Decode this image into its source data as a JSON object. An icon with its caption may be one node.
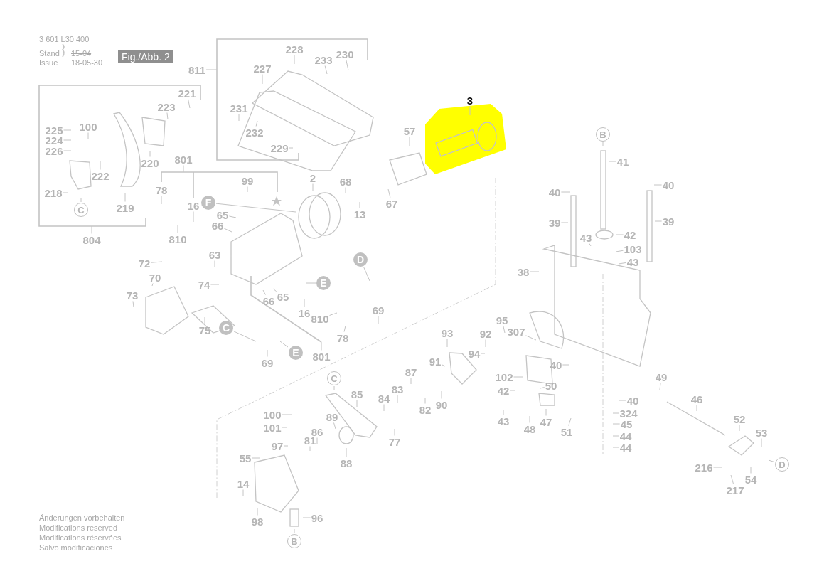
{
  "diagram": {
    "nodes": [
      {
        "text": [
          "3"
        ]
      },
      {
        "text": [
          "228"
        ]
      },
      {
        "text": [
          "227"
        ]
      },
      {
        "text": [
          "233"
        ]
      },
      {
        "text": [
          "230"
        ]
      },
      {
        "text": [
          "231"
        ]
      },
      {
        "text": [
          "232"
        ]
      },
      {
        "text": [
          "229"
        ]
      },
      {
        "text": [
          "811"
        ]
      },
      {
        "text": [
          "221"
        ]
      },
      {
        "text": [
          "223"
        ]
      },
      {
        "text": [
          "225"
        ]
      },
      {
        "text": [
          "100"
        ]
      },
      {
        "text": [
          "224"
        ]
      },
      {
        "text": [
          "226"
        ]
      },
      {
        "text": [
          "220"
        ]
      },
      {
        "text": [
          "222"
        ]
      },
      {
        "text": [
          "218"
        ]
      },
      {
        "text": [
          "219"
        ]
      },
      {
        "text": [
          "C"
        ]
      },
      {
        "text": [
          "804"
        ]
      },
      {
        "text": [
          "801"
        ]
      },
      {
        "text": [
          "99"
        ]
      },
      {
        "text": [
          "78"
        ]
      },
      {
        "text": [
          "16"
        ]
      },
      {
        "text": [
          "F"
        ]
      },
      {
        "text": [
          "65"
        ]
      },
      {
        "text": [
          "66"
        ]
      },
      {
        "text": [
          "810"
        ]
      },
      {
        "text": [
          "2"
        ]
      },
      {
        "text": [
          "68"
        ]
      },
      {
        "text": [
          "13"
        ]
      },
      {
        "text": [
          "57"
        ]
      },
      {
        "text": [
          "67"
        ]
      },
      {
        "text": [
          "63"
        ]
      },
      {
        "text": [
          "72"
        ]
      },
      {
        "text": [
          "70"
        ]
      },
      {
        "text": [
          "73"
        ]
      },
      {
        "text": [
          "74"
        ]
      },
      {
        "text": [
          "D"
        ]
      },
      {
        "text": [
          "E"
        ]
      },
      {
        "text": [
          "65"
        ]
      },
      {
        "text": [
          "66"
        ]
      },
      {
        "text": [
          "16"
        ]
      },
      {
        "text": [
          "69"
        ]
      },
      {
        "text": [
          "810"
        ]
      },
      {
        "text": [
          "75"
        ]
      },
      {
        "text": [
          "C"
        ]
      },
      {
        "text": [
          "78"
        ]
      },
      {
        "text": [
          "E"
        ]
      },
      {
        "text": [
          "801"
        ]
      },
      {
        "text": [
          "69"
        ]
      },
      {
        "text": [
          "93"
        ]
      },
      {
        "text": [
          "92"
        ]
      },
      {
        "text": [
          "95"
        ]
      },
      {
        "text": [
          "307"
        ]
      },
      {
        "text": [
          "94"
        ]
      },
      {
        "text": [
          "91"
        ]
      },
      {
        "text": [
          "87"
        ]
      },
      {
        "text": [
          "C"
        ]
      },
      {
        "text": [
          "85"
        ]
      },
      {
        "text": [
          "84"
        ]
      },
      {
        "text": [
          "83"
        ]
      },
      {
        "text": [
          "82"
        ]
      },
      {
        "text": [
          "90"
        ]
      },
      {
        "text": [
          "102"
        ]
      },
      {
        "text": [
          "42"
        ]
      },
      {
        "text": [
          "50"
        ]
      },
      {
        "text": [
          "43"
        ]
      },
      {
        "text": [
          "48"
        ]
      },
      {
        "text": [
          "47"
        ]
      },
      {
        "text": [
          "51"
        ]
      },
      {
        "text": [
          "77"
        ]
      },
      {
        "text": [
          "100"
        ]
      },
      {
        "text": [
          "101"
        ]
      },
      {
        "text": [
          "89"
        ]
      },
      {
        "text": [
          "86"
        ]
      },
      {
        "text": [
          "81"
        ]
      },
      {
        "text": [
          "97"
        ]
      },
      {
        "text": [
          "88"
        ]
      },
      {
        "text": [
          "55"
        ]
      },
      {
        "text": [
          "14"
        ]
      },
      {
        "text": [
          "98"
        ]
      },
      {
        "text": [
          "96"
        ]
      },
      {
        "text": [
          "B"
        ]
      },
      {
        "text": [
          "B"
        ]
      },
      {
        "text": [
          "41"
        ]
      },
      {
        "text": [
          "40"
        ]
      },
      {
        "text": [
          "40"
        ]
      },
      {
        "text": [
          "39"
        ]
      },
      {
        "text": [
          "39"
        ]
      },
      {
        "text": [
          "43"
        ]
      },
      {
        "text": [
          "42"
        ]
      },
      {
        "text": [
          "103"
        ]
      },
      {
        "text": [
          "43"
        ]
      },
      {
        "text": [
          "38"
        ]
      },
      {
        "text": [
          "40"
        ]
      },
      {
        "text": [
          "40"
        ]
      },
      {
        "text": [
          "49"
        ]
      },
      {
        "text": [
          "46"
        ]
      },
      {
        "text": [
          "324"
        ]
      },
      {
        "text": [
          "45"
        ]
      },
      {
        "text": [
          "44"
        ]
      },
      {
        "text": [
          "44"
        ]
      },
      {
        "text": [
          "52"
        ]
      },
      {
        "text": [
          "53"
        ]
      },
      {
        "text": [
          "D"
        ]
      },
      {
        "text": [
          "216"
        ]
      },
      {
        "text": [
          "54"
        ]
      },
      {
        "text": [
          "217"
        ]
      }
    ],
    "edges": [
      {
        "from": 0,
        "to": null,
        "arrow": "none"
      },
      {
        "from": 1,
        "to": null,
        "arrow": "none"
      },
      {
        "from": 2,
        "to": null,
        "arrow": "none"
      },
      {
        "from": 3,
        "to": null,
        "arrow": "none"
      },
      {
        "from": 4,
        "to": null,
        "arrow": "none"
      },
      {
        "from": 5,
        "to": null,
        "arrow": "none"
      },
      {
        "from": 6,
        "to": null,
        "arrow": "none"
      },
      {
        "from": 7,
        "to": null,
        "arrow": "none"
      },
      {
        "from": 8,
        "to": null,
        "arrow": "none"
      },
      {
        "from": 9,
        "to": null,
        "arrow": "none"
      },
      {
        "from": 10,
        "to": null,
        "arrow": "none"
      },
      {
        "from": 11,
        "to": null,
        "arrow": "none"
      },
      {
        "from": 12,
        "to": null,
        "arrow": "none"
      },
      {
        "from": 13,
        "to": null,
        "arrow": "none"
      },
      {
        "from": 14,
        "to": null,
        "arrow": "none"
      },
      {
        "from": 15,
        "to": null,
        "arrow": "none"
      },
      {
        "from": 16,
        "to": null,
        "arrow": "none"
      },
      {
        "from": 17,
        "to": null,
        "arrow": "none"
      },
      {
        "from": 18,
        "to": null,
        "arrow": "none"
      },
      {
        "from": 19,
        "to": null,
        "arrow": "none"
      },
      {
        "from": 20,
        "to": null,
        "arrow": "none"
      },
      {
        "from": 21,
        "to": null,
        "arrow": "none"
      },
      {
        "from": 22,
        "to": null,
        "arrow": "none"
      },
      {
        "from": 23,
        "to": null,
        "arrow": "none"
      },
      {
        "from": 24,
        "to": null,
        "arrow": "none"
      },
      {
        "from": 25,
        "to": null,
        "arrow": "none"
      },
      {
        "from": 26,
        "to": null,
        "arrow": "none"
      },
      {
        "from": 27,
        "to": null,
        "arrow": "none"
      },
      {
        "from": 28,
        "to": null,
        "arrow": "none"
      },
      {
        "from": 29,
        "to": null,
        "arrow": "none"
      },
      {
        "from": 30,
        "to": null,
        "arrow": "none"
      },
      {
        "from": 31,
        "to": null,
        "arrow": "none"
      },
      {
        "from": 32,
        "to": null,
        "arrow": "none"
      },
      {
        "from": 33,
        "to": null,
        "arrow": "none"
      },
      {
        "from": 34,
        "to": null,
        "arrow": "none"
      },
      {
        "from": 35,
        "to": null,
        "arrow": "none"
      },
      {
        "from": 36,
        "to": null,
        "arrow": "none"
      },
      {
        "from": 37,
        "to": null,
        "arrow": "none"
      },
      {
        "from": 38,
        "to": null,
        "arrow": "none"
      },
      {
        "from": 39,
        "to": null,
        "arrow": "none"
      },
      {
        "from": 40,
        "to": null,
        "arrow": "none"
      },
      {
        "from": 41,
        "to": null,
        "arrow": "none"
      },
      {
        "from": 42,
        "to": null,
        "arrow": "none"
      },
      {
        "from": 43,
        "to": null,
        "arrow": "none"
      },
      {
        "from": 44,
        "to": null,
        "arrow": "none"
      },
      {
        "from": 45,
        "to": null,
        "arrow": "none"
      },
      {
        "from": 46,
        "to": null,
        "arrow": "none"
      },
      {
        "from": 47,
        "to": null,
        "arrow": "none"
      },
      {
        "from": 48,
        "to": null,
        "arrow": "none"
      },
      {
        "from": 49,
        "to": null,
        "arrow": "none"
      },
      {
        "from": 50,
        "to": null,
        "arrow": "none"
      },
      {
        "from": 51,
        "to": null,
        "arrow": "none"
      },
      {
        "from": 52,
        "to": null,
        "arrow": "none"
      },
      {
        "from": 53,
        "to": null,
        "arrow": "none"
      },
      {
        "from": 54,
        "to": null,
        "arrow": "none"
      },
      {
        "from": 55,
        "to": null,
        "arrow": "none"
      },
      {
        "from": 56,
        "to": null,
        "arrow": "none"
      },
      {
        "from": 57,
        "to": null,
        "arrow": "none"
      },
      {
        "from": 58,
        "to": null,
        "arrow": "none"
      },
      {
        "from": 59,
        "to": null,
        "arrow": "none"
      },
      {
        "from": 60,
        "to": null,
        "arrow": "none"
      },
      {
        "from": 61,
        "to": null,
        "arrow": "none"
      },
      {
        "from": 62,
        "to": null,
        "arrow": "none"
      },
      {
        "from": 63,
        "to": null,
        "arrow": "none"
      },
      {
        "from": 64,
        "to": null,
        "arrow": "none"
      },
      {
        "from": 65,
        "to": null,
        "arrow": "none"
      },
      {
        "from": 66,
        "to": null,
        "arrow": "none"
      },
      {
        "from": 67,
        "to": null,
        "arrow": "none"
      },
      {
        "from": 68,
        "to": null,
        "arrow": "none"
      },
      {
        "from": 69,
        "to": null,
        "arrow": "none"
      },
      {
        "from": 70,
        "to": null,
        "arrow": "none"
      },
      {
        "from": 71,
        "to": null,
        "arrow": "none"
      },
      {
        "from": 72,
        "to": null,
        "arrow": "none"
      },
      {
        "from": 73,
        "to": null,
        "arrow": "none"
      },
      {
        "from": 74,
        "to": null,
        "arrow": "none"
      },
      {
        "from": 75,
        "to": null,
        "arrow": "none"
      },
      {
        "from": 76,
        "to": null,
        "arrow": "none"
      },
      {
        "from": 77,
        "to": null,
        "arrow": "none"
      },
      {
        "from": 78,
        "to": null,
        "arrow": "none"
      },
      {
        "from": 79,
        "to": null,
        "arrow": "none"
      },
      {
        "from": 80,
        "to": null,
        "arrow": "none"
      },
      {
        "from": 81,
        "to": null,
        "arrow": "none"
      },
      {
        "from": 82,
        "to": null,
        "arrow": "none"
      },
      {
        "from": 83,
        "to": null,
        "arrow": "none"
      },
      {
        "from": 84,
        "to": null,
        "arrow": "none"
      },
      {
        "from": 85,
        "to": null,
        "arrow": "none"
      },
      {
        "from": 86,
        "to": null,
        "arrow": "none"
      },
      {
        "from": 87,
        "to": null,
        "arrow": "none"
      },
      {
        "from": 88,
        "to": null,
        "arrow": "none"
      },
      {
        "from": 89,
        "to": null,
        "arrow": "none"
      },
      {
        "from": 90,
        "to": null,
        "arrow": "none"
      },
      {
        "from": 91,
        "to": null,
        "arrow": "none"
      },
      {
        "from": 92,
        "to": null,
        "arrow": "none"
      },
      {
        "from": 93,
        "to": null,
        "arrow": "none"
      },
      {
        "from": 94,
        "to": null,
        "arrow": "none"
      },
      {
        "from": 95,
        "to": null,
        "arrow": "none"
      },
      {
        "from": 96,
        "to": null,
        "arrow": "none"
      },
      {
        "from": 97,
        "to": null,
        "arrow": "none"
      },
      {
        "from": 98,
        "to": null,
        "arrow": "none"
      },
      {
        "from": 99,
        "to": null,
        "arrow": "none"
      },
      {
        "from": 100,
        "to": null,
        "arrow": "none"
      },
      {
        "from": 101,
        "to": null,
        "arrow": "none"
      },
      {
        "from": 102,
        "to": null,
        "arrow": "none"
      },
      {
        "from": 103,
        "to": null,
        "arrow": "none"
      },
      {
        "from": 104,
        "to": null,
        "arrow": "none"
      },
      {
        "from": 105,
        "to": null,
        "arrow": "none"
      },
      {
        "from": 106,
        "to": null,
        "arrow": "none"
      },
      {
        "from": 107,
        "to": null,
        "arrow": "none"
      },
      {
        "from": 108,
        "to": null,
        "arrow": "none"
      },
      {
        "from": 109,
        "to": null,
        "arrow": "none"
      }
    ],
    "labels": [
      "3 601 L30 400",
      "Stand",
      "Issue",
      "15-04",
      "18-05-30",
      "Fig./Abb. 2",
      "Änderungen vorbehalten",
      "Modifications reserved",
      "Modifications réservées",
      "Salvo modificaciones"
    ]
  }
}
